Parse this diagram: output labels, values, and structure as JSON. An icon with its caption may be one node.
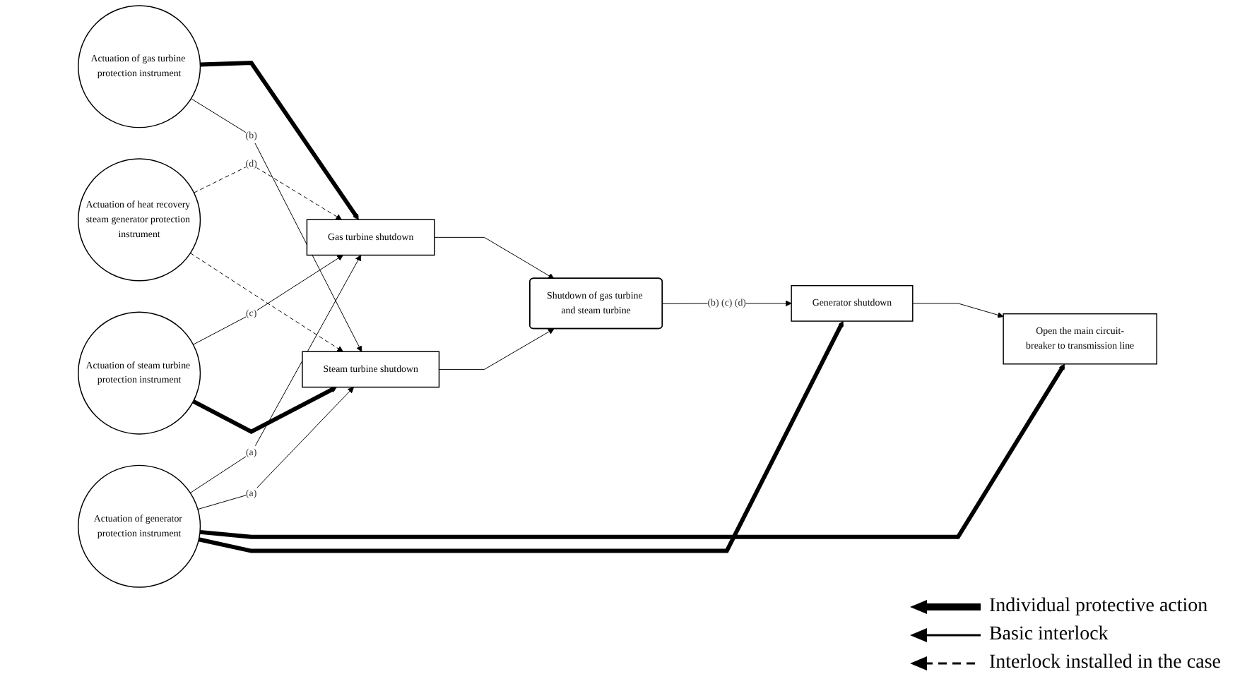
{
  "diagram": {
    "nodes": [
      {
        "text": [
          "Actuation of gas turbine protection instrument"
        ]
      },
      {
        "text": [
          "Gas turbine shutdown"
        ]
      },
      {
        "text": [
          "Actuation of heat recovery steam generator protection instrument"
        ]
      },
      {
        "text": [
          "Shutdown of gas turbine and steam turbine"
        ]
      },
      {
        "text": [
          "Open the main circuit-breaker to transmission line"
        ]
      },
      {
        "text": [
          "Actuation of generator protection instrument"
        ]
      },
      {
        "text": [
          "Generator shutdown"
        ]
      },
      {
        "text": [
          "Actuation of steam turbine protection instrument"
        ]
      },
      {
        "text": [
          "Steam turbine shutdown"
        ]
      }
    ],
    "edges": [
      {
        "from": 0,
        "to": 1,
        "arrow": "to",
        "style": "thick"
      },
      {
        "from": 0,
        "to": 8,
        "arrow": "to",
        "label": "(b)"
      },
      {
        "from": 2,
        "to": 1,
        "arrow": "to",
        "style": "dashed",
        "label": "(d)"
      },
      {
        "from": 2,
        "to": 8,
        "arrow": "to",
        "style": "dashed"
      },
      {
        "from": 7,
        "to": 1,
        "arrow": "to",
        "label": "(c)"
      },
      {
        "from": 7,
        "to": 8,
        "arrow": "to",
        "style": "thick"
      },
      {
        "from": 1,
        "to": 3,
        "arrow": "to"
      },
      {
        "from": 8,
        "to": 3,
        "arrow": "to"
      },
      {
        "from": 3,
        "to": 6,
        "arrow": "to",
        "label": "(b) (c) (d)"
      },
      {
        "from": 5,
        "to": 1,
        "arrow": "to",
        "label": "(a)"
      },
      {
        "from": 5,
        "to": 8,
        "arrow": "to",
        "label": "(a)"
      },
      {
        "from": 5,
        "to": 4,
        "arrow": "to",
        "style": "thick"
      },
      {
        "from": 5,
        "to": 6,
        "arrow": "to",
        "style": "thick"
      },
      {
        "from": 6,
        "to": 4,
        "arrow": "to"
      }
    ],
    "legend": [
      {
        "text": "Individual protective action"
      },
      {
        "text": "Basic interlock"
      },
      {
        "text": "Interlock installed in the case"
      }
    ]
  }
}
